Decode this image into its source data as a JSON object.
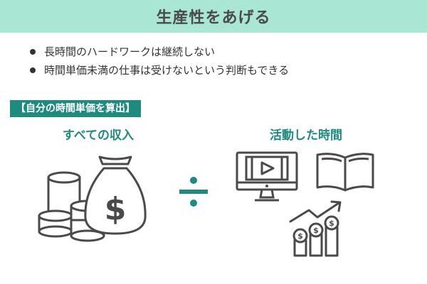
{
  "title": "生産性をあげる",
  "bullets": [
    "長時間のハードワークは継続しない",
    "時間単価未満の仕事は受けないという判断もできる"
  ],
  "section_label": "【自分の時間単価を算出】",
  "left_heading": "すべての収入",
  "right_heading": "活動した時間",
  "operator": "÷",
  "dollar_sign": "$",
  "colors": {
    "title_bg": "#a9e6d4",
    "accent": "#1f8a7e",
    "icon_stroke": "#4a4a4a",
    "text": "#333333"
  },
  "icons": [
    "coin-stack-icon",
    "money-bag-icon",
    "divide-icon",
    "video-monitor-icon",
    "open-book-icon",
    "growth-chart-icon"
  ]
}
